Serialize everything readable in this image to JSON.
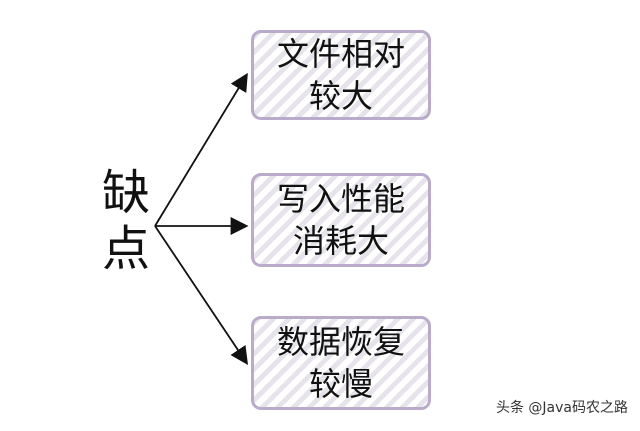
{
  "root": "缺点",
  "items": [
    "文件相对较大",
    "写入性能消耗大",
    "数据恢复较慢"
  ],
  "watermark": "头条 @Java码农之路"
}
